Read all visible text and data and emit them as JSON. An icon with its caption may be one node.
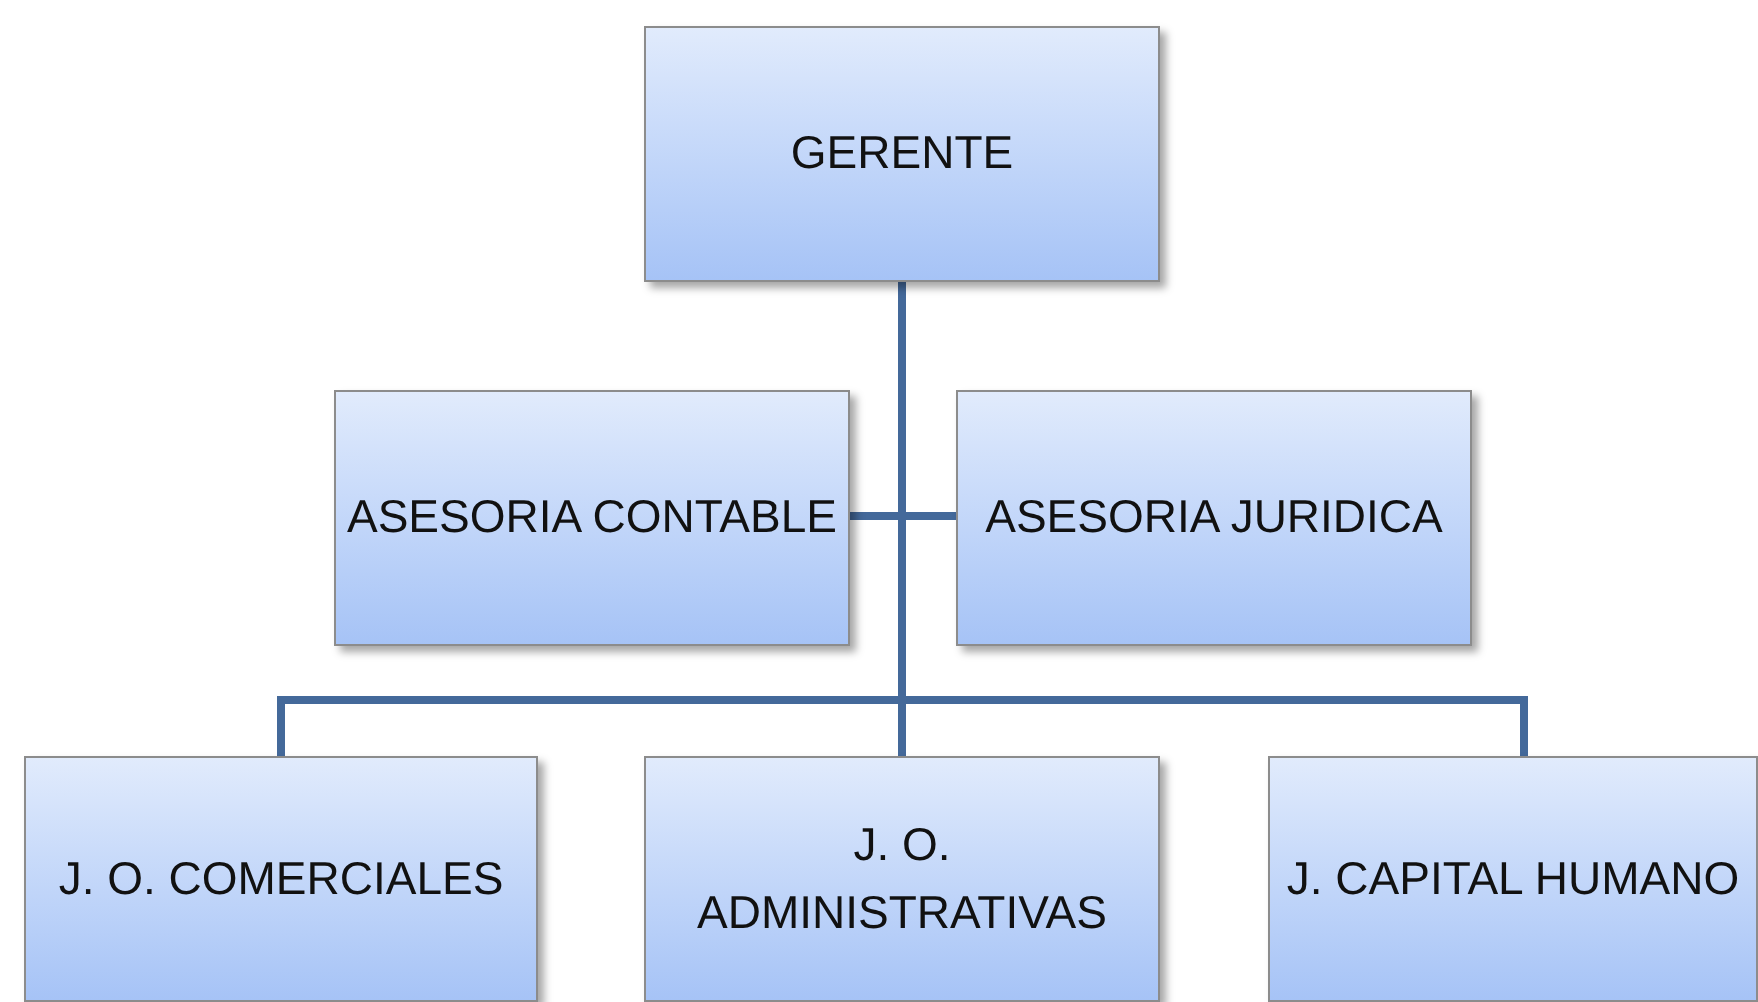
{
  "diagram": {
    "nodes": [
      {
        "text": [
          "GERENTE"
        ]
      },
      {
        "text": [
          "ASESORIA CONTABLE"
        ]
      },
      {
        "text": [
          "ASESORIA JURIDICA"
        ]
      },
      {
        "text": [
          "J. O. COMERCIALES"
        ]
      },
      {
        "text": [
          "J. O. ADMINISTRATIVAS"
        ]
      },
      {
        "text": [
          "J. CAPITAL HUMANO"
        ]
      }
    ],
    "edges": [
      {
        "from": 0,
        "to": 1,
        "arrow": "none"
      },
      {
        "from": 0,
        "to": 2,
        "arrow": "none"
      },
      {
        "from": 0,
        "to": 3,
        "arrow": "none"
      },
      {
        "from": 0,
        "to": 4,
        "arrow": "none"
      },
      {
        "from": 0,
        "to": 5,
        "arrow": "none"
      }
    ]
  }
}
